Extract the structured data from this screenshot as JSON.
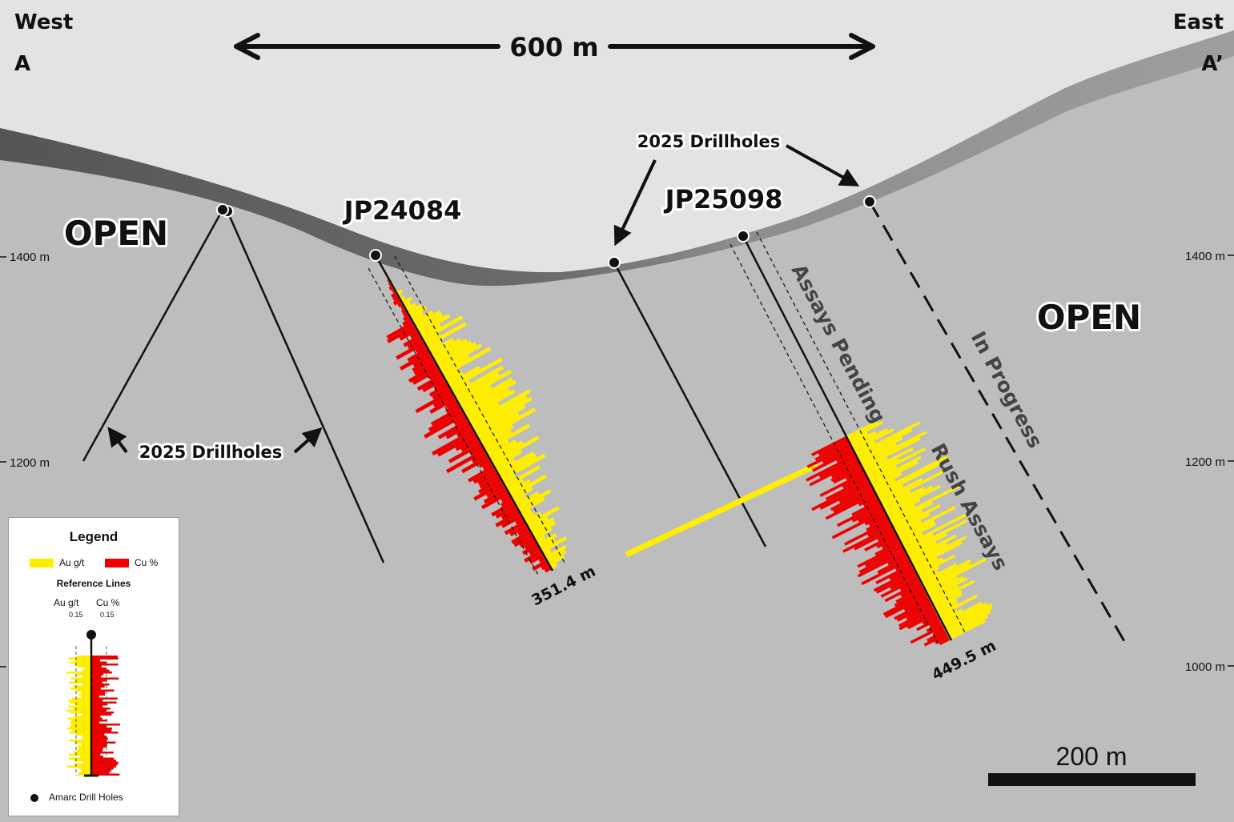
{
  "direction": {
    "west": "West",
    "east": "East",
    "a": "A",
    "a_prime": "A’"
  },
  "top_scale": {
    "label": "600 m"
  },
  "labels": {
    "open_left": "OPEN",
    "open_right": "OPEN",
    "hole_jp24084": "JP24084",
    "hole_jp25098": "JP25098",
    "drillholes_top": "2025 Drillholes",
    "drillholes_bottom": "2025 Drillholes",
    "assays_pending": "Assays Pending",
    "in_progress": "In Progress",
    "rush_assays": "Rush Assays",
    "depth_jp24084": "351.4 m",
    "depth_jp25098": "449.5 m"
  },
  "elevations": {
    "left": [
      "1400 m",
      "1200 m"
    ],
    "right": [
      "1400 m",
      "1200 m",
      "1000 m"
    ]
  },
  "scale_bar": {
    "label": "200 m"
  },
  "legend": {
    "title": "Legend",
    "au_label": "Au g/t",
    "cu_label": "Cu %",
    "reference_lines": "Reference Lines",
    "ref_au": "Au g/t",
    "ref_cu": "Cu %",
    "ref_au_value": "0.15",
    "ref_cu_value": "0.15",
    "drill_holes": "Amarc Drill Holes"
  },
  "colors": {
    "au": "#ffee00",
    "cu": "#ee0000",
    "sky": "#e3e3e3",
    "ground": "#bdbdbd"
  }
}
